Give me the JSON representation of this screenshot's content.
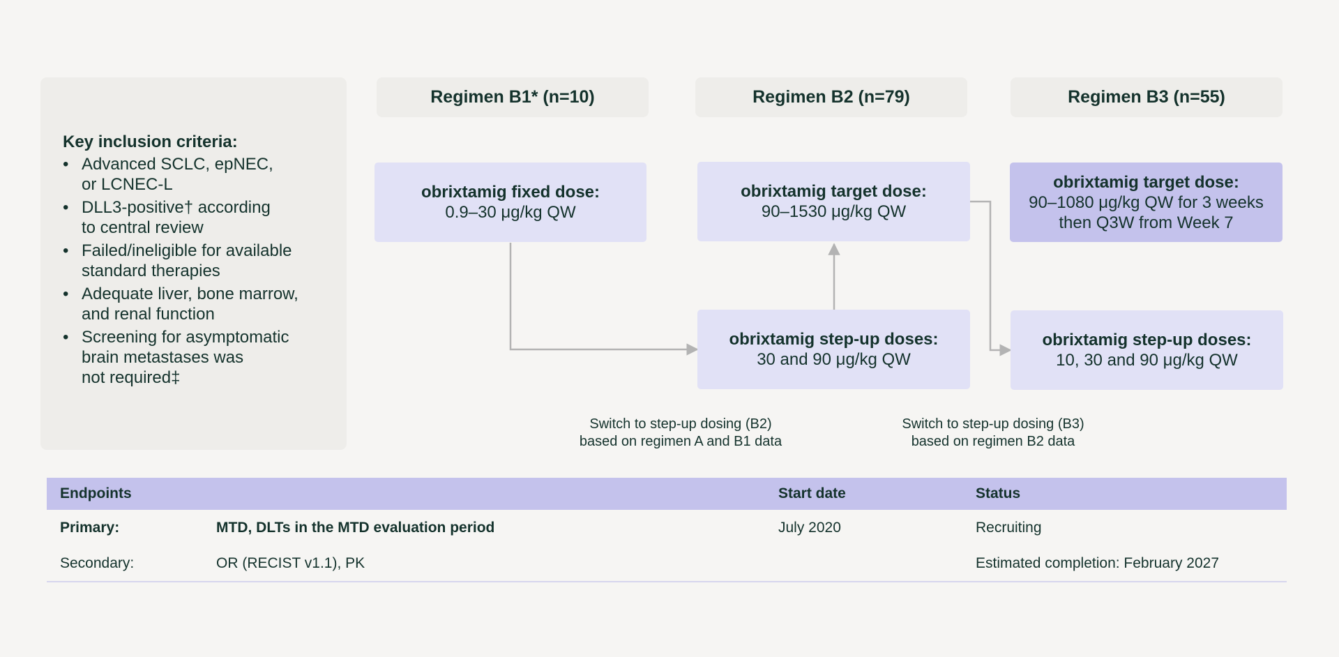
{
  "criteria": {
    "title": "Key inclusion criteria:",
    "items": [
      {
        "line1": "Advanced SCLC, epNEC,",
        "line2": "or LCNEC-L"
      },
      {
        "line1": "DLL3-positive† according",
        "line2": "to central review"
      },
      {
        "line1": "Failed/ineligible for available",
        "line2": "standard therapies"
      },
      {
        "line1": "Adequate liver, bone marrow,",
        "line2": "and renal function"
      },
      {
        "line1": "Screening for asymptomatic",
        "line2": "brain metastases was",
        "line3": "not required‡"
      }
    ]
  },
  "regimens": {
    "b1": {
      "header": "Regimen B1* (n=10)",
      "fixed_title": "obrixtamig fixed dose:",
      "fixed_dose": "0.9–30 μg/kg QW"
    },
    "b2": {
      "header": "Regimen B2 (n=79)",
      "target_title": "obrixtamig target dose:",
      "target_dose": "90–1530 μg/kg QW",
      "stepup_title": "obrixtamig step-up doses:",
      "stepup_dose": "30 and 90 μg/kg QW"
    },
    "b3": {
      "header": "Regimen B3 (n=55)",
      "target_title": "obrixtamig target dose:",
      "target_line1": "90–1080 μg/kg QW for 3 weeks",
      "target_line2": "then Q3W from Week 7",
      "stepup_title": "obrixtamig step-up doses:",
      "stepup_dose": "10, 30 and 90 μg/kg QW"
    }
  },
  "notes": {
    "b2_line1": "Switch to step-up dosing (B2)",
    "b2_line2": "based on regimen A and B1 data",
    "b3_line1": "Switch to step-up dosing (B3)",
    "b3_line2": "based on regimen B2 data"
  },
  "endpoints": {
    "headers": {
      "endpoints": "Endpoints",
      "start_date": "Start date",
      "status": "Status"
    },
    "primary": {
      "label": "Primary:",
      "value": "MTD, DLTs in the MTD evaluation period",
      "start_date": "July 2020",
      "status": "Recruiting"
    },
    "secondary": {
      "label": "Secondary:",
      "value": "OR (RECIST v1.1), PK",
      "status": "Estimated completion: February 2027"
    }
  },
  "colors": {
    "text": "#14322c",
    "panel": "#eeedea",
    "dose_light": "#e1e1f6",
    "dose_dark": "#c4c2ec",
    "arrow": "#b3b3b3"
  }
}
